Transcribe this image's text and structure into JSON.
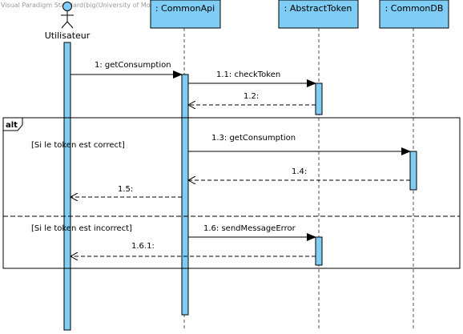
{
  "watermark": "Visual Paradigm Standard(big(University of Mons))",
  "colors": {
    "box_fill": "#7fccf4",
    "line": "#000000",
    "lifeline_dash": "#555555"
  },
  "actor": {
    "label": "Utilisateur"
  },
  "lifelines": [
    {
      "id": "api",
      "label": ": CommonApi"
    },
    {
      "id": "token",
      "label": ": AbstractToken"
    },
    {
      "id": "db",
      "label": ": CommonDB"
    }
  ],
  "messages": [
    {
      "id": "m1",
      "label": "1: getConsumption",
      "kind": "sync"
    },
    {
      "id": "m1_1",
      "label": "1.1: checkToken",
      "kind": "sync"
    },
    {
      "id": "m1_2",
      "label": "1.2:",
      "kind": "return"
    },
    {
      "id": "m1_3",
      "label": "1.3: getConsumption",
      "kind": "sync"
    },
    {
      "id": "m1_4",
      "label": "1.4:",
      "kind": "return"
    },
    {
      "id": "m1_5",
      "label": "1.5:",
      "kind": "return"
    },
    {
      "id": "m1_6",
      "label": "1.6: sendMessageError",
      "kind": "sync"
    },
    {
      "id": "m1_6_1",
      "label": "1.6.1:",
      "kind": "return"
    }
  ],
  "fragment": {
    "operator": "alt",
    "guards": [
      "[Si le token est correct]",
      "[Si le token est incorrect]"
    ]
  }
}
